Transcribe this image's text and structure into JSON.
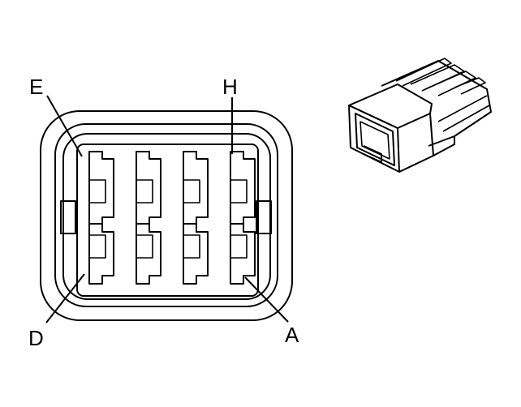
{
  "labels": {
    "e": "E",
    "h": "H",
    "d": "D",
    "a": "A"
  },
  "colors": {
    "line": "#000000",
    "background": "#ffffff"
  }
}
